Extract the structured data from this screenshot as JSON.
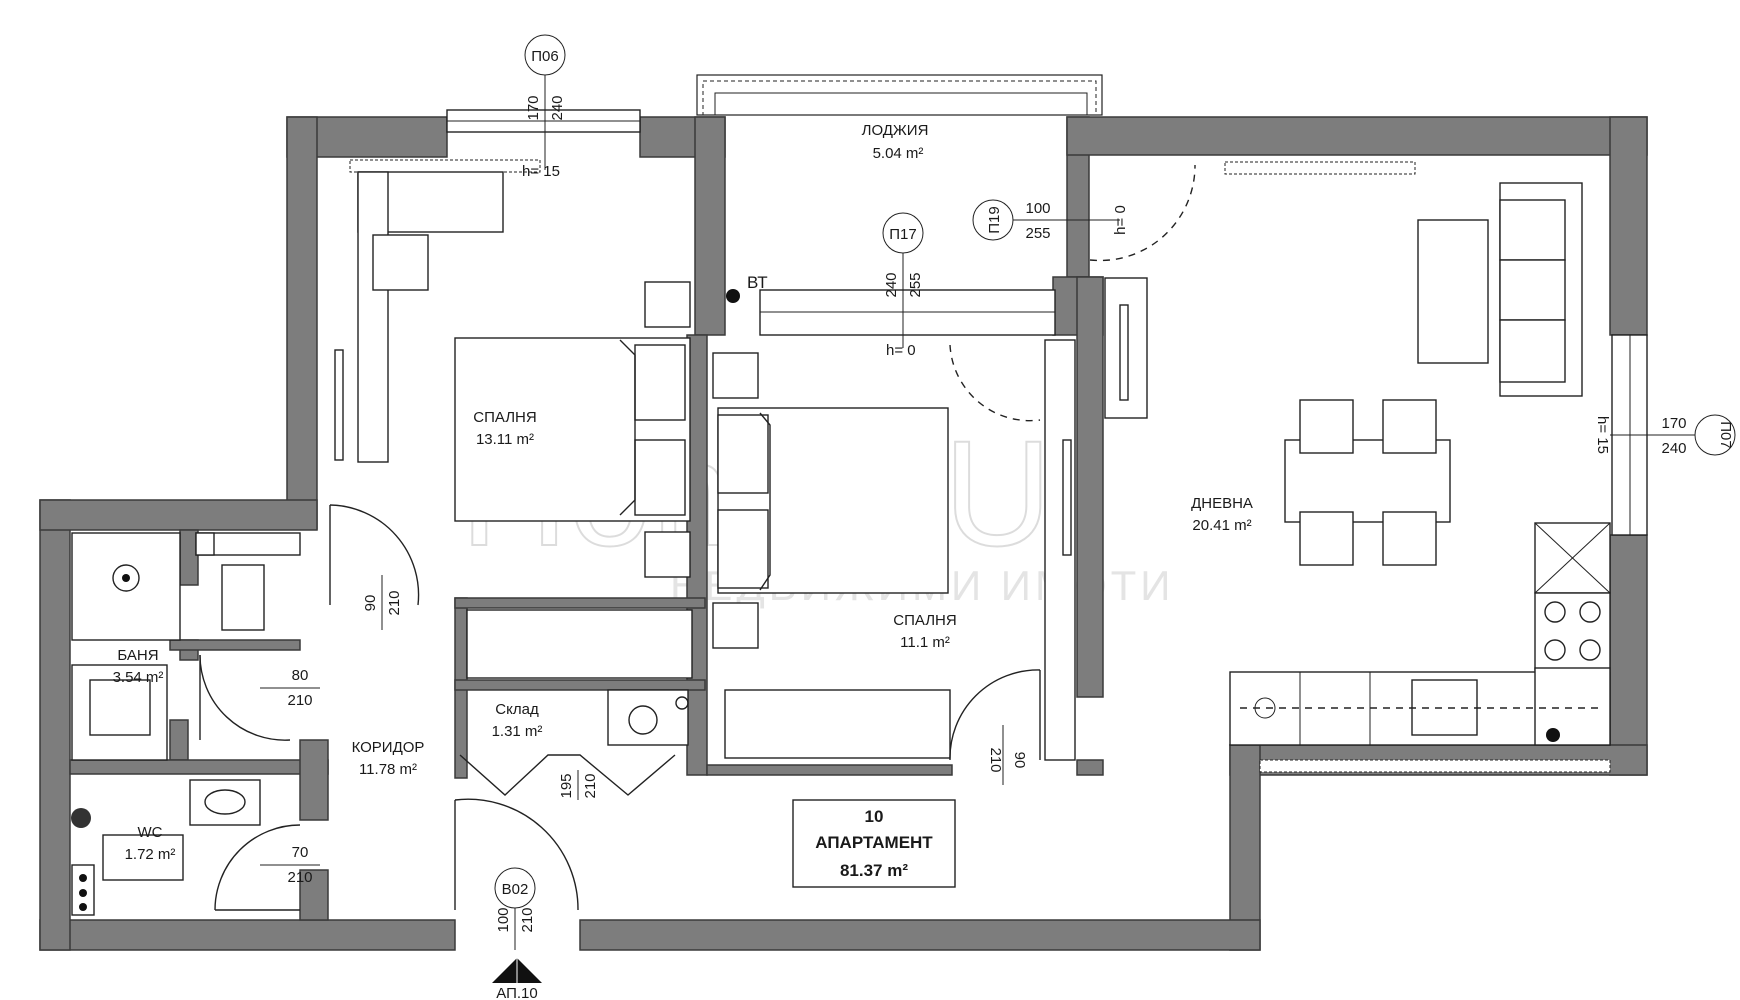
{
  "rooms": {
    "loggia": {
      "name": "ЛОДЖИЯ",
      "area": "5.04 m²"
    },
    "bedroom1": {
      "name": "СПАЛНЯ",
      "area": "13.11 m²"
    },
    "bedroom2": {
      "name": "СПАЛНЯ",
      "area": "11.1 m²"
    },
    "living": {
      "name": "ДНЕВНА",
      "area": "20.41 m²"
    },
    "bathroom": {
      "name": "БАНЯ",
      "area": "3.54 m²"
    },
    "corridor": {
      "name": "КОРИДОР",
      "area": "11.78 m²"
    },
    "storage": {
      "name": "Склад",
      "area": "1.31 m²"
    },
    "wc": {
      "name": "WC",
      "area": "1.72 m²"
    }
  },
  "apartment": {
    "number": "10",
    "label": "АПАРТАМЕНТ",
    "area": "81.37 m²"
  },
  "openings": {
    "p06": {
      "tag": "П06",
      "w": "170",
      "h": "240",
      "sill": "h= 15"
    },
    "p17": {
      "tag": "П17",
      "w": "240",
      "h": "255",
      "sill": "h= 0"
    },
    "p19": {
      "tag": "П19",
      "w": "100",
      "h": "255",
      "sill": "h= 0"
    },
    "p07": {
      "tag": "П07",
      "w": "170",
      "h": "240",
      "sill": "h= 15"
    },
    "b02": {
      "tag": "В02",
      "w": "100",
      "h": "210"
    },
    "bt": {
      "tag": "ВТ"
    }
  },
  "doors": {
    "corridor_bed1": {
      "w": "90",
      "h": "210"
    },
    "bath": {
      "w": "80",
      "h": "210"
    },
    "wc": {
      "w": "70",
      "h": "210"
    },
    "storage": {
      "w": "195",
      "h": "210"
    },
    "bed2": {
      "w": "90",
      "h": "210"
    }
  },
  "entrance": {
    "label": "АП.10"
  },
  "watermark": {
    "brand": "Home2U",
    "sub": "НЕДВИЖИМИ ИМОТИ"
  }
}
